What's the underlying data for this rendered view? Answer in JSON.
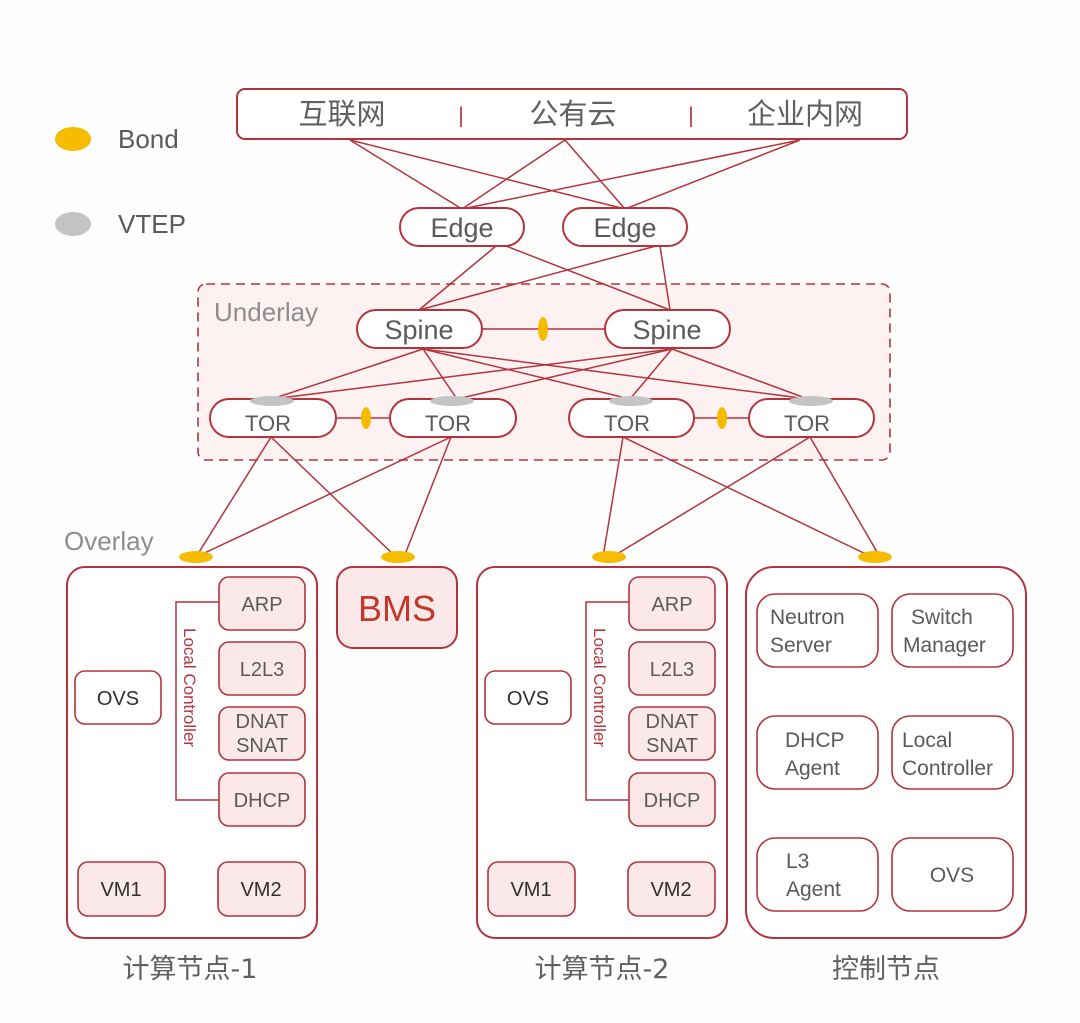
{
  "colors": {
    "line": "#b3343c",
    "bond": "#f5bc00",
    "vtep": "#c4c4c4",
    "underlay_fill": "#fdf1f1",
    "module_fill": "#fbe9e9",
    "text": "#5a5a5a",
    "dark_text": "#2f2f2f",
    "bms_text": "#c0392b"
  },
  "legend": {
    "items": [
      {
        "label": "Bond",
        "icon": "bond-ellipse-icon"
      },
      {
        "label": "VTEP",
        "icon": "vtep-ellipse-icon"
      }
    ]
  },
  "top_bar": {
    "items": [
      "互联网",
      "公有云",
      "企业内网"
    ],
    "separator": "|"
  },
  "edges": [
    "Edge",
    "Edge"
  ],
  "underlay": {
    "label": "Underlay",
    "spines": [
      "Spine",
      "Spine"
    ],
    "tors": [
      "TOR",
      "TOR",
      "TOR",
      "TOR"
    ]
  },
  "overlay": {
    "label": "Overlay"
  },
  "bms": {
    "label": "BMS"
  },
  "compute_nodes": [
    {
      "caption": "计算节点-1",
      "ovs": "OVS",
      "local_controller_label": "Local Controller",
      "modules": [
        "ARP",
        "L2L3",
        "DNAT\nSNAT",
        "DHCP"
      ],
      "vms": [
        "VM1",
        "VM2"
      ]
    },
    {
      "caption": "计算节点-2",
      "ovs": "OVS",
      "local_controller_label": "Local Controller",
      "modules": [
        "ARP",
        "L2L3",
        "DNAT\nSNAT",
        "DHCP"
      ],
      "vms": [
        "VM1",
        "VM2"
      ]
    }
  ],
  "control_node": {
    "caption": "控制节点",
    "services": [
      "Neutron\nServer",
      "Switch\nManager",
      "DHCP\nAgent",
      "Local\nController",
      "L3\nAgent",
      "OVS"
    ]
  }
}
